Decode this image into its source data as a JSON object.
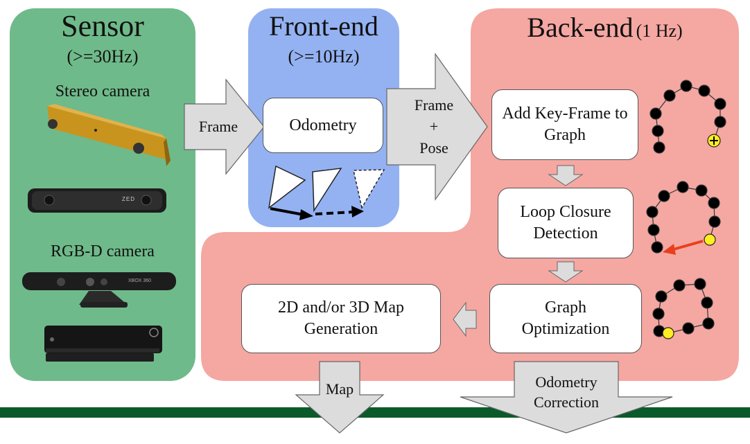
{
  "sensor": {
    "title": "Sensor",
    "rate": "(>=30Hz)",
    "stereo_label": "Stereo camera",
    "rgbd_label": "RGB-D camera",
    "zed_text": "ZED",
    "xbox_text": "XBOX 360"
  },
  "frontend": {
    "title": "Front-end",
    "rate": "(>=10Hz)",
    "odometry": "Odometry"
  },
  "backend": {
    "title": "Back-end",
    "rate": "(1 Hz)",
    "add_keyframe": "Add Key-Frame to Graph",
    "loop_closure": "Loop Closure Detection",
    "graph_opt": "Graph Optimization",
    "map_gen": "2D and/or 3D Map Generation"
  },
  "arrows": {
    "frame": "Frame",
    "frame_pose": [
      "Frame",
      "+",
      "Pose"
    ],
    "map": "Map",
    "odometry_correction": [
      "Odometry",
      "Correction"
    ]
  },
  "colors": {
    "sensor_panel": "#6fba8a",
    "frontend_panel": "#94b2f2",
    "backend_panel": "#f5a7a2",
    "arrow_fill": "#dcdcdc",
    "footer_bar": "#0b5a2a",
    "node_new": "#ffee22",
    "loop_edge": "#e8401c"
  }
}
